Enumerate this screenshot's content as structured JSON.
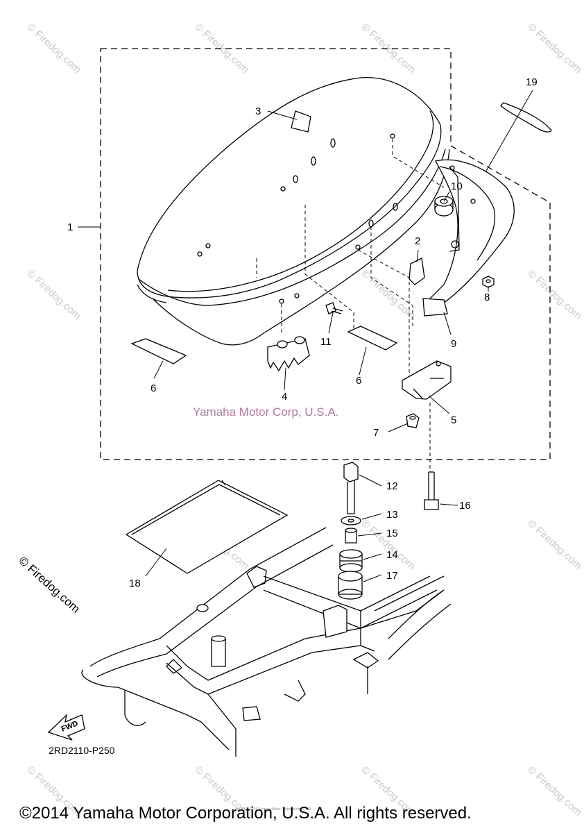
{
  "diagram": {
    "part_code": "2RD2110-P250",
    "manufacturer_watermark": "Yamaha Motor Corp, U.S.A.",
    "side_watermark": "© Firedog.com",
    "background_watermark": "© Firedog.com",
    "small_note": "(c) 2005-2015 Yamaha Motor Corporation, U.S.A.",
    "fwd_label": "FWD",
    "copyright": "©2014 Yamaha Motor Corporation, U.S.A. All rights reserved."
  },
  "callouts": [
    {
      "id": "c1",
      "label": "1"
    },
    {
      "id": "c2",
      "label": "2"
    },
    {
      "id": "c3",
      "label": "3"
    },
    {
      "id": "c4",
      "label": "4"
    },
    {
      "id": "c5",
      "label": "5"
    },
    {
      "id": "c6a",
      "label": "6"
    },
    {
      "id": "c6b",
      "label": "6"
    },
    {
      "id": "c7",
      "label": "7"
    },
    {
      "id": "c8",
      "label": "8"
    },
    {
      "id": "c9",
      "label": "9"
    },
    {
      "id": "c10",
      "label": "10"
    },
    {
      "id": "c11",
      "label": "11"
    },
    {
      "id": "c12",
      "label": "12"
    },
    {
      "id": "c13",
      "label": "13"
    },
    {
      "id": "c14",
      "label": "14"
    },
    {
      "id": "c15",
      "label": "15"
    },
    {
      "id": "c16",
      "label": "16"
    },
    {
      "id": "c17",
      "label": "17"
    },
    {
      "id": "c18",
      "label": "18"
    },
    {
      "id": "c19",
      "label": "19"
    }
  ],
  "colors": {
    "line": "#000000",
    "watermark": "#c9c9c9",
    "mfr_watermark": "#b07a9a"
  }
}
